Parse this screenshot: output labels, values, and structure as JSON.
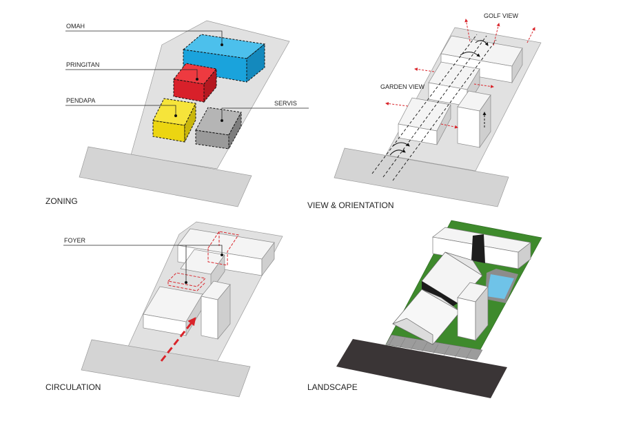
{
  "panels": {
    "zoning": {
      "caption": "ZONING",
      "labels": {
        "omah": "OMAH",
        "pringitan": "PRINGITAN",
        "pendapa": "PENDAPA",
        "servis": "SERVIS"
      },
      "colors": {
        "omah": "#1aa7e0",
        "pringitan": "#e0222b",
        "pendapa": "#f1dd1a",
        "servis": "#9d9d9d"
      }
    },
    "view": {
      "caption": "VIEW & ORIENTATION",
      "labels": {
        "golf": "GOLF VIEW",
        "garden": "GARDEN VIEW"
      },
      "colors": {
        "arrow": "#d9242a"
      }
    },
    "circulation": {
      "caption": "CIRCULATION",
      "labels": {
        "foyer": "FOYER"
      },
      "colors": {
        "path": "#d9242a"
      }
    },
    "landscape": {
      "caption": "LANDSCAPE",
      "colors": {
        "grass": "#3e8a2c",
        "road": "#3a3536",
        "water": "#6fc3e8"
      }
    }
  }
}
